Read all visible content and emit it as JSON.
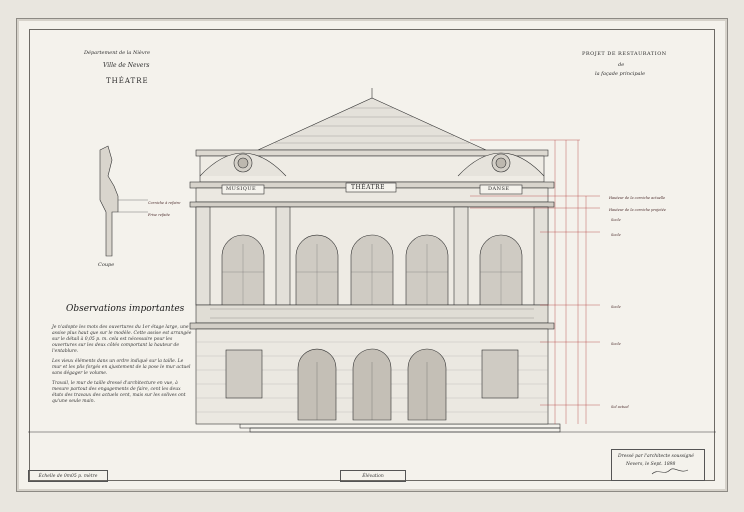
{
  "header_left": {
    "department": "Département de la Nièvre",
    "town": "Ville de Nevers",
    "building": "THÉATRE"
  },
  "header_right": {
    "project": "PROJET DE RESTAURATION",
    "conj": "de",
    "facade": "la façade principale"
  },
  "section_label": "Coupe",
  "observations": {
    "title": "Observations importantes",
    "para1": "Je n'adopte les mots des ouvertures du 1er étage large, une assise plus haut que sur le modèle. Cette assise est arrangée sur le détail à 0,05 p. m. cela est nécessaire pour les ouvertures sur les deux côtés comportant la hauteur de l'entablure.",
    "para2": "Les vieux éléments dans un ordre indiqué sur la taille. Le mur et les plis forgés en ajustement de la pose le mur actuel sans dégager le volume.",
    "para3": "Travail, le mur de taille dressé d'architecture en vue, à mesure partout des engagements de faire, cent les deux états des travaux des actuels cent, mais sur les solives ont qu'une seule main."
  },
  "bottom": {
    "scale": "Échelle de 0m05 p. mètre",
    "elevation": "Élévation",
    "signature_line1": "Dressé par l'architecte soussigné",
    "signature_line2": "Nevers, le   Sept. 1898"
  },
  "facade_labels": {
    "left_sign": "MUSIQUE",
    "center_sign": "THÉATRE",
    "right_sign": "DANSE"
  },
  "annotations": {
    "left_note1": "Corniche à refaire",
    "left_note2": "Frise refaite",
    "right_note1": "Hauteur de la corniche actuelle",
    "right_note2": "Hauteur de la corniche projetée",
    "right_note3": "Socle",
    "right_note4": "Socle",
    "right_note5": "Socle",
    "right_note6": "Socle",
    "right_note7": "Sol actuel"
  },
  "colors": {
    "ink": "#2a2a2a",
    "paper": "#f4f2ec",
    "dimension_red": "#b33a3a"
  }
}
